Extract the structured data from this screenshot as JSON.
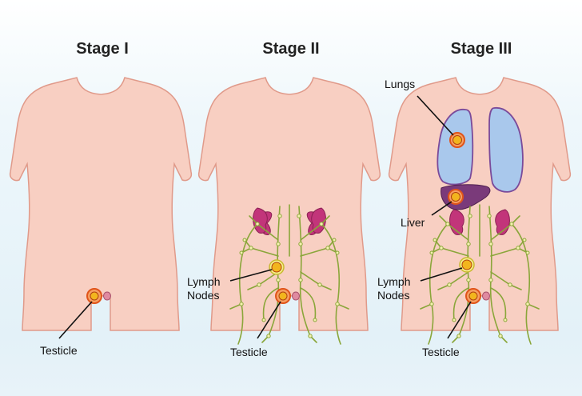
{
  "stages": [
    {
      "title": "Stage I"
    },
    {
      "title": "Stage II"
    },
    {
      "title": "Stage III"
    }
  ],
  "labels": {
    "testicle": "Testicle",
    "lymph_nodes": "Lymph\nNodes",
    "lungs": "Lungs",
    "liver": "Liver"
  },
  "colors": {
    "skin": "#f8cfc2",
    "skin_outline": "#e09a8a",
    "kidney": "#c2357a",
    "lymph": "#8aa63a",
    "lung": "#a9c8ec",
    "lung_outline": "#7a4a9a",
    "liver": "#7a3a7a",
    "tumor": "#f2b51e",
    "tumor_ring": "#e0541a",
    "leader_line": "#111111"
  }
}
